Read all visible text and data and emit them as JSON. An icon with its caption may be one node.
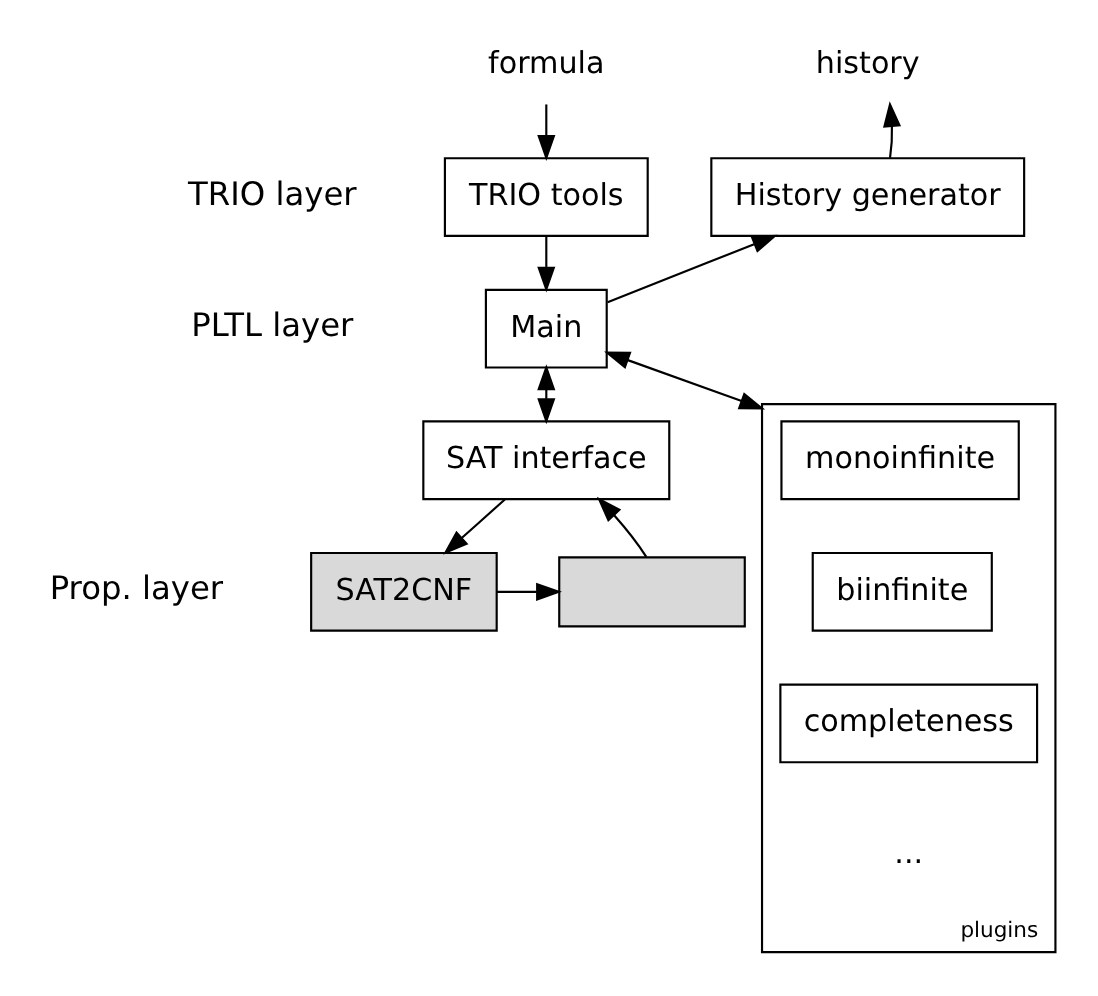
{
  "diagram": {
    "nodes": [
      {
        "text": [
          "formula"
        ]
      },
      {
        "text": [
          "TRIO tools"
        ]
      },
      {
        "text": [
          "History generator"
        ]
      },
      {
        "text": [
          "history"
        ]
      },
      {
        "text": [
          "Main"
        ]
      },
      {
        "text": [
          "plugins"
        ]
      },
      {
        "text": [
          "monoinfinite"
        ],
        "in": 5
      },
      {
        "text": [
          "biinfinite"
        ],
        "in": 5
      },
      {
        "text": [
          "completeness"
        ],
        "in": 5
      },
      {
        "text": [
          "..."
        ],
        "in": 5
      },
      {
        "text": [
          "SAT interface"
        ]
      },
      {
        "text": [
          "SAT2CNF"
        ]
      },
      {
        "text": [],
        "shape": "box"
      }
    ],
    "edges": [
      {
        "from": 0,
        "to": 1,
        "arrow": "to"
      },
      {
        "from": 1,
        "to": 4,
        "arrow": "to"
      },
      {
        "from": 4,
        "to": 2,
        "arrow": "to"
      },
      {
        "from": 2,
        "to": 3,
        "arrow": "to"
      },
      {
        "from": 4,
        "to": 5,
        "arrow": "both"
      },
      {
        "from": 4,
        "to": 10,
        "arrow": "both"
      },
      {
        "from": 10,
        "to": 11,
        "arrow": "to"
      },
      {
        "from": 11,
        "to": 12,
        "arrow": "to"
      },
      {
        "from": 12,
        "to": 10,
        "arrow": "to"
      }
    ],
    "labels": [
      "TRIO layer",
      "PLTL layer",
      "Prop. layer"
    ]
  }
}
